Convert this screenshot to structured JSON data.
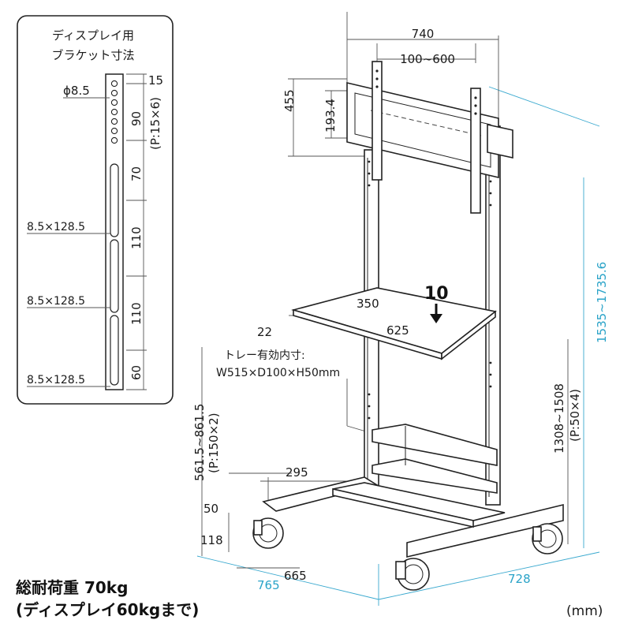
{
  "bracket_panel": {
    "title_line1": "ディスプレイ用",
    "title_line2": "ブラケット寸法",
    "hole_label": "ϕ8.5",
    "top_offset": "15",
    "holes_span": "90",
    "holes_pitch": "(P:15×6)",
    "gap1": "70",
    "gap2": "110",
    "gap3": "110",
    "bottom": "60",
    "slot1": "8.5×128.5",
    "slot2": "8.5×128.5",
    "slot3": "8.5×128.5"
  },
  "dimensions": {
    "width_740": "740",
    "vesa_range": "100~600",
    "height_455": "455",
    "height_193": "193.4",
    "shelf_load": "10",
    "shelf_depth_350": "350",
    "shelf_width_625": "625",
    "shelf_lip_22": "22",
    "tray_label_line1": "トレー有効内寸:",
    "tray_label_line2": "W515×D100×H50mm",
    "shelf_height": "561.5~861.5",
    "shelf_pitch": "(P:150×2)",
    "mount_height": "1308~1508",
    "mount_pitch": "(P:50×4)",
    "total_height": "1535~1735.6",
    "base_295": "295",
    "base_50": "50",
    "base_118": "118",
    "base_665": "665",
    "base_765": "765",
    "base_728": "728"
  },
  "footer": {
    "load_line1": "総耐荷重 70kg",
    "load_line2": "(ディスプレイ60kgまで)",
    "unit": "(mm)"
  }
}
